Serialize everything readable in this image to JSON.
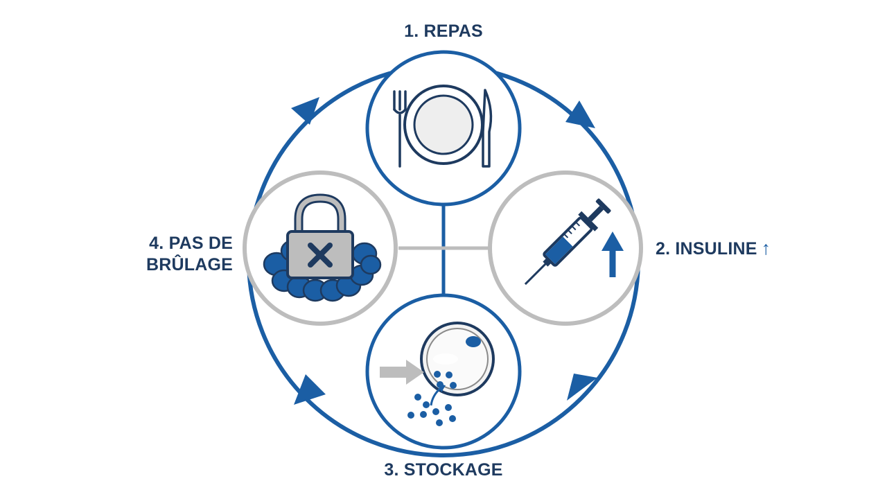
{
  "colors": {
    "primary": "#1B5EA4",
    "text": "#1E3A5F",
    "gray": "#BDBDBD",
    "dark_gray": "#8A8A8A"
  },
  "steps": [
    {
      "id": "repas",
      "label": "1. REPAS",
      "icon": "plate-fork-knife-icon"
    },
    {
      "id": "insuline",
      "label": "2. INSULINE",
      "suffix": "↑",
      "icon": "syringe-up-arrow-icon"
    },
    {
      "id": "stockage",
      "label": "3. STOCKAGE",
      "icon": "fat-cell-storage-icon"
    },
    {
      "id": "brulage",
      "label_lines": [
        "4. PAS DE",
        "BRÛLAGE"
      ],
      "icon": "locked-fat-icon"
    }
  ]
}
